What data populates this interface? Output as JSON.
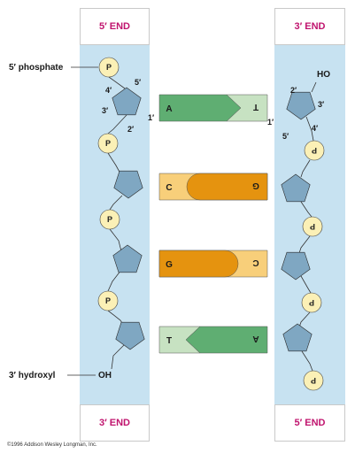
{
  "ends": {
    "top_left": "5′ END",
    "top_right": "3′ END",
    "bottom_left": "3′ END",
    "bottom_right": "5′ END"
  },
  "labels": {
    "five_phosphate": "5′ phosphate",
    "three_hydroxyl": "3′ hydroxyl",
    "oh_left": "OH",
    "ho_right": "HO"
  },
  "carbon_numbers": {
    "left": [
      "5′",
      "4′",
      "3′",
      "2′",
      "1′"
    ],
    "right": [
      "2′",
      "3′",
      "4′",
      "5′",
      "1′"
    ]
  },
  "phosphate_symbol": "P",
  "base_pairs": [
    {
      "left": "A",
      "right": "T"
    },
    {
      "left": "C",
      "right": "G"
    },
    {
      "left": "G",
      "right": "C"
    },
    {
      "left": "T",
      "right": "A"
    }
  ],
  "colors": {
    "strand_band": "#c7e2f1",
    "sugar": "#7fa7c2",
    "phosphate": "#fbf0b6",
    "adenine": "#5fae72",
    "thymine": "#c7e2c2",
    "cytosine": "#f8cf7a",
    "guanine": "#e5930f",
    "end_label": "#c0146e"
  },
  "copyright": "©1996 Addison Wesley Longman, Inc."
}
